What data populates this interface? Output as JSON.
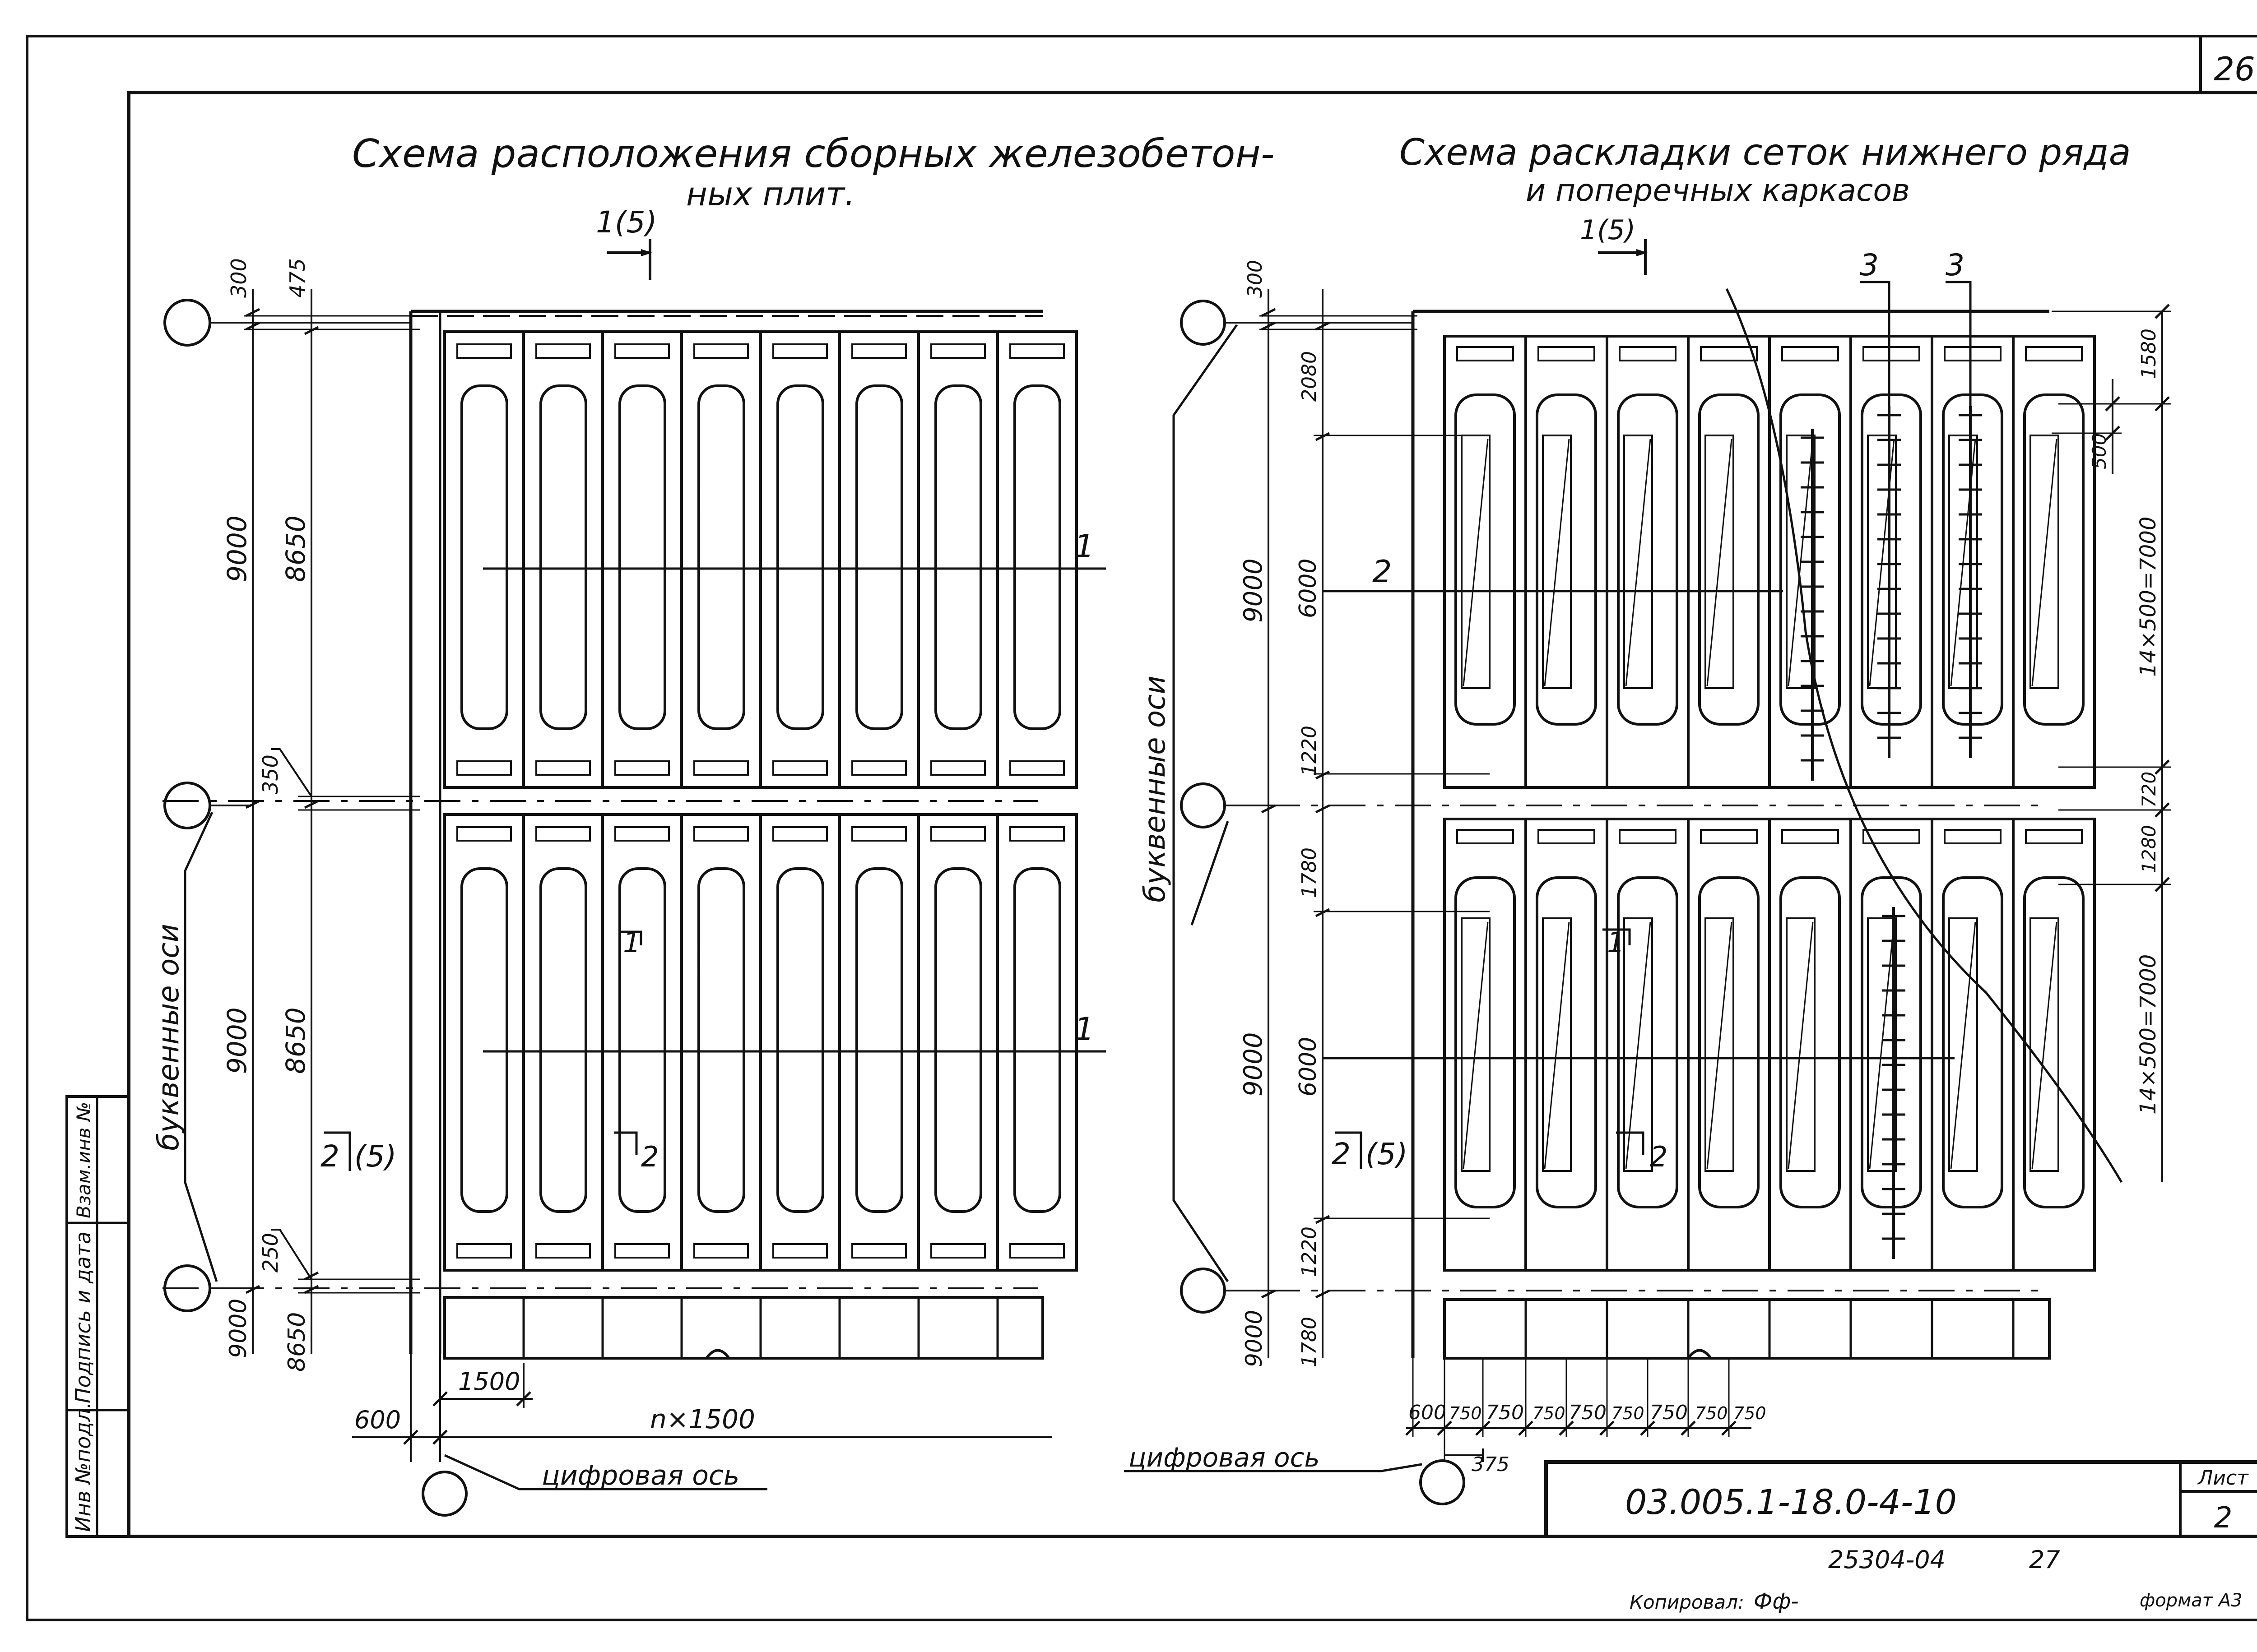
{
  "sheet": {
    "page_number": "26",
    "sheet_label": "Лист",
    "sheet_value": "2",
    "document_code": "03.005.1-18.0-4-10",
    "inventory_number": "25304-04",
    "inventory_page": "27",
    "copied_by_label": "Копировал:",
    "copied_by_signature": "Фф-",
    "format_label": "формат А3"
  },
  "side_stamp": {
    "inv_original": "Инв №подл.",
    "signature_date": "Подпись и дата",
    "replaced_inv": "Взам.инв №"
  },
  "left_scheme": {
    "title_line1": "Схема расположения сборных железобетон-",
    "title_line2": "ных плит.",
    "section_top": "1(5)",
    "section_side": "2",
    "section_side_ref": "(5)",
    "cut_marks": [
      "1",
      "2"
    ],
    "leader_labels": [
      "1",
      "1"
    ],
    "axis_caption": "буквенные оси",
    "digit_axis_caption": "цифровая ось",
    "dims_outer": [
      "9000",
      "9000",
      "9000"
    ],
    "dims_inner": [
      "8650",
      "8650",
      "8650"
    ],
    "dims_gaps": [
      "300",
      "475",
      "350",
      "250"
    ],
    "dims_bottom": [
      "600",
      "1500",
      "n×1500"
    ]
  },
  "right_scheme": {
    "title_line1": "Схема раскладки сеток нижнего ряда",
    "title_line2": "и поперечных каркасов",
    "section_top": "1(5)",
    "section_side": "2",
    "section_side_ref": "(5)",
    "cut_marks": [
      "1",
      "2"
    ],
    "leader_labels": [
      "2",
      "3",
      "3"
    ],
    "axis_caption": "буквенные оси",
    "digit_axis_caption": "цифровая ось",
    "dims_outer": [
      "9000",
      "9000",
      "9000"
    ],
    "dims_inner": [
      "300",
      "2080",
      "6000",
      "1220",
      "1780",
      "6000",
      "1220",
      "1780"
    ],
    "dims_right": [
      "1580",
      "500",
      "14×500=7000",
      "720",
      "1280",
      "14×500=7000"
    ],
    "dims_bottom": [
      "600",
      "750",
      "750",
      "750",
      "750",
      "750",
      "750",
      "750",
      "750"
    ],
    "dim_375": "375"
  }
}
